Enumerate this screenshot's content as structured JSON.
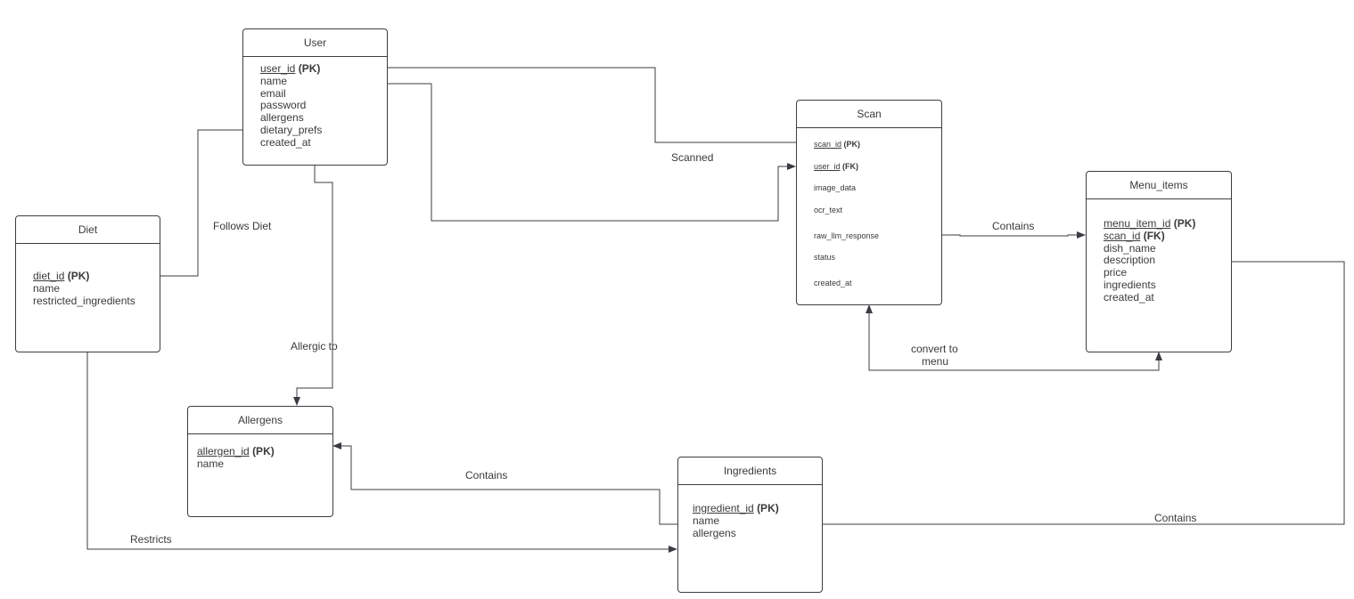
{
  "entities": {
    "user": {
      "title": "User",
      "pk": {
        "name": "user_id",
        "tag": "(PK)"
      },
      "fields": [
        "name",
        "email",
        "password",
        "allergens",
        "dietary_prefs",
        "created_at"
      ]
    },
    "scan": {
      "title": "Scan",
      "pk": {
        "name": "scan_id",
        "tag": "(PK)"
      },
      "fk": {
        "name": "user_id",
        "tag": "(FK)"
      },
      "fields": [
        "image_data",
        "ocr_text",
        "raw_llm_response",
        "status",
        "created_at"
      ]
    },
    "menu_items": {
      "title": "Menu_items",
      "pk": {
        "name": "menu_item_id",
        "tag": "(PK)"
      },
      "fk": {
        "name": "scan_id",
        "tag": "(FK)"
      },
      "fields": [
        "dish_name",
        "description",
        "price",
        "ingredients",
        "created_at"
      ]
    },
    "diet": {
      "title": "Diet",
      "pk": {
        "name": "diet_id",
        "tag": "(PK)"
      },
      "fields": [
        "name",
        "restricted_ingredients"
      ]
    },
    "allergens": {
      "title": "Allergens",
      "pk": {
        "name": "allergen_id",
        "tag": "(PK)"
      },
      "fields": [
        "name"
      ]
    },
    "ingredients": {
      "title": "Ingredients",
      "pk": {
        "name": "ingredient_id",
        "tag": "(PK)"
      },
      "fields": [
        "name",
        "allergens"
      ]
    }
  },
  "relationships": {
    "scanned": "Scanned",
    "follows_diet": "Follows Diet",
    "allergic_to": "Allergic to",
    "scan_contains": "Contains",
    "convert_to_menu_1": "convert to",
    "convert_to_menu_2": "menu",
    "ingredient_contains_allergen": "Contains",
    "menu_contains_ingredient": "Contains",
    "restricts": "Restricts"
  }
}
